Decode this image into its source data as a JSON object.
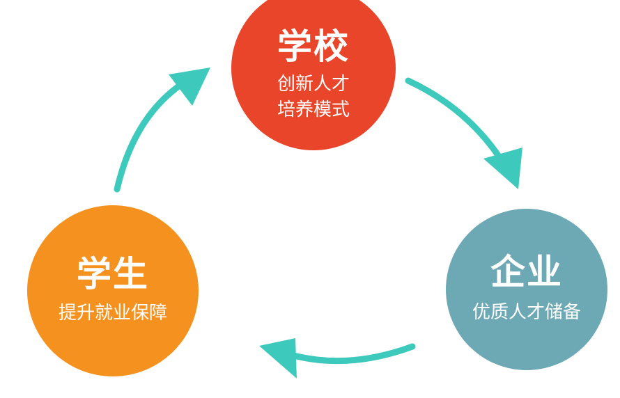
{
  "colors": {
    "arrow": "#3ec9bd",
    "school": "#e8452a",
    "student": "#f5921f",
    "company": "#6da9b4"
  },
  "nodes": {
    "school": {
      "title": "学校",
      "line1": "创新人才",
      "line2": "培养模式"
    },
    "company": {
      "title": "企业",
      "line1": "优质人才储备"
    },
    "student": {
      "title": "学生",
      "line1": "提升就业保障"
    }
  }
}
